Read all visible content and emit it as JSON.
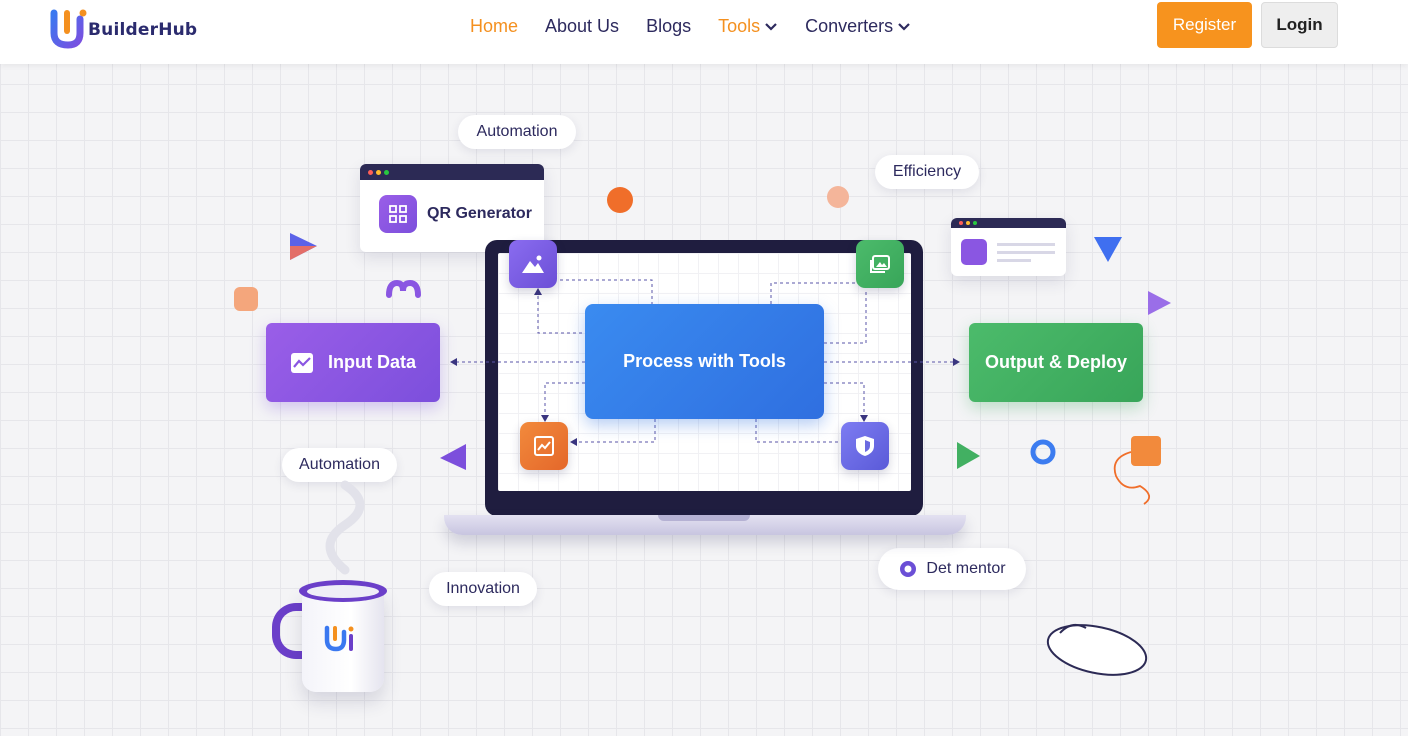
{
  "brand": {
    "name": "BuilderHub",
    "mark": "Ui"
  },
  "nav": {
    "items": [
      {
        "label": "Home",
        "active": true
      },
      {
        "label": "About Us"
      },
      {
        "label": "Blogs"
      },
      {
        "label": "Tools",
        "dropdown": true
      },
      {
        "label": "Converters",
        "dropdown": true
      }
    ]
  },
  "auth": {
    "register_label": "Register",
    "login_label": "Login"
  },
  "hero": {
    "pills": {
      "automation_top": "Automation",
      "efficiency": "Efficiency",
      "automation_left": "Automation",
      "innovation": "Innovation",
      "deployment": "Det mentor"
    },
    "qr_card_label": "QR Generator",
    "flow": {
      "input": "Input Data",
      "process": "Process with Tools",
      "output": "Output & Deploy"
    },
    "mug_mark": "Ui"
  },
  "colors": {
    "accent_orange": "#f7931e",
    "brand_navy": "#2d2a5e",
    "input_purple": "#8a56e2",
    "process_blue": "#3479e8",
    "output_green": "#42b062"
  },
  "icons": [
    "chevron-down-icon",
    "qr-icon",
    "image-icon",
    "gallery-icon",
    "chart-icon",
    "shield-icon",
    "wave-icon",
    "gear-icon"
  ]
}
